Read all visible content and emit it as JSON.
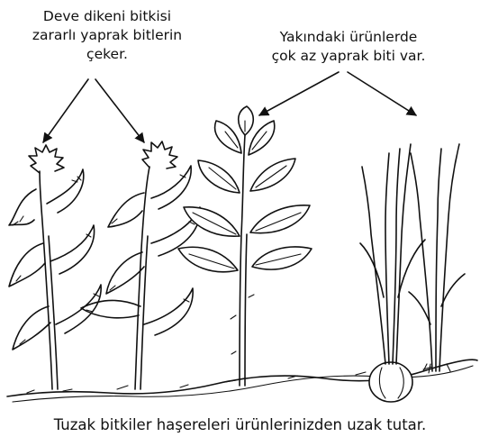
{
  "labels": {
    "left": [
      "Deve dikeni bitkisi",
      "zararlı yaprak bitlerin",
      "çeker."
    ],
    "right": [
      "Yakındaki ürünlerde",
      "çok az yaprak biti var."
    ]
  },
  "caption": "Tuzak bitkiler haşereleri ürünlerinizden uzak tutar."
}
